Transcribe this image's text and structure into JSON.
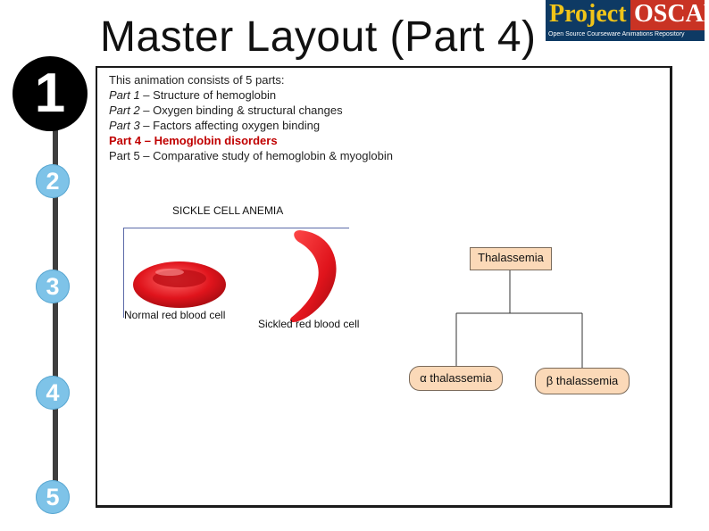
{
  "header": {
    "title": "Master Layout (Part 4)",
    "logo": {
      "word1": "Project",
      "word2": "OSCAR",
      "tagline": "Open Source Courseware Animations Repository"
    }
  },
  "steps": [
    "1",
    "2",
    "3",
    "4",
    "5"
  ],
  "parts_intro": {
    "heading": "This animation consists of  5 parts:",
    "items": [
      {
        "label": "Part 1",
        "text": " – Structure of hemoglobin"
      },
      {
        "label": "Part 2",
        "text": " – Oxygen binding & structural changes"
      },
      {
        "label": "Part 3",
        "text": " – Factors affecting oxygen binding"
      },
      {
        "label": "Part 4",
        "text": " – Hemoglobin disorders"
      },
      {
        "label": "Part 5",
        "text": " – Comparative study of hemoglobin & myoglobin"
      }
    ]
  },
  "sickle": {
    "title": "SICKLE CELL ANEMIA",
    "normal_caption": "Normal red blood cell",
    "sickled_caption": "Sickled red blood cell"
  },
  "thalassemia": {
    "root": "Thalassemia",
    "alpha": "α thalassemia",
    "beta": "β thalassemia"
  },
  "colors": {
    "highlight": "#c00000",
    "step_circle": "#7ec3e8",
    "node_fill": "#fbd9b8",
    "rbc": "#e0141c"
  }
}
